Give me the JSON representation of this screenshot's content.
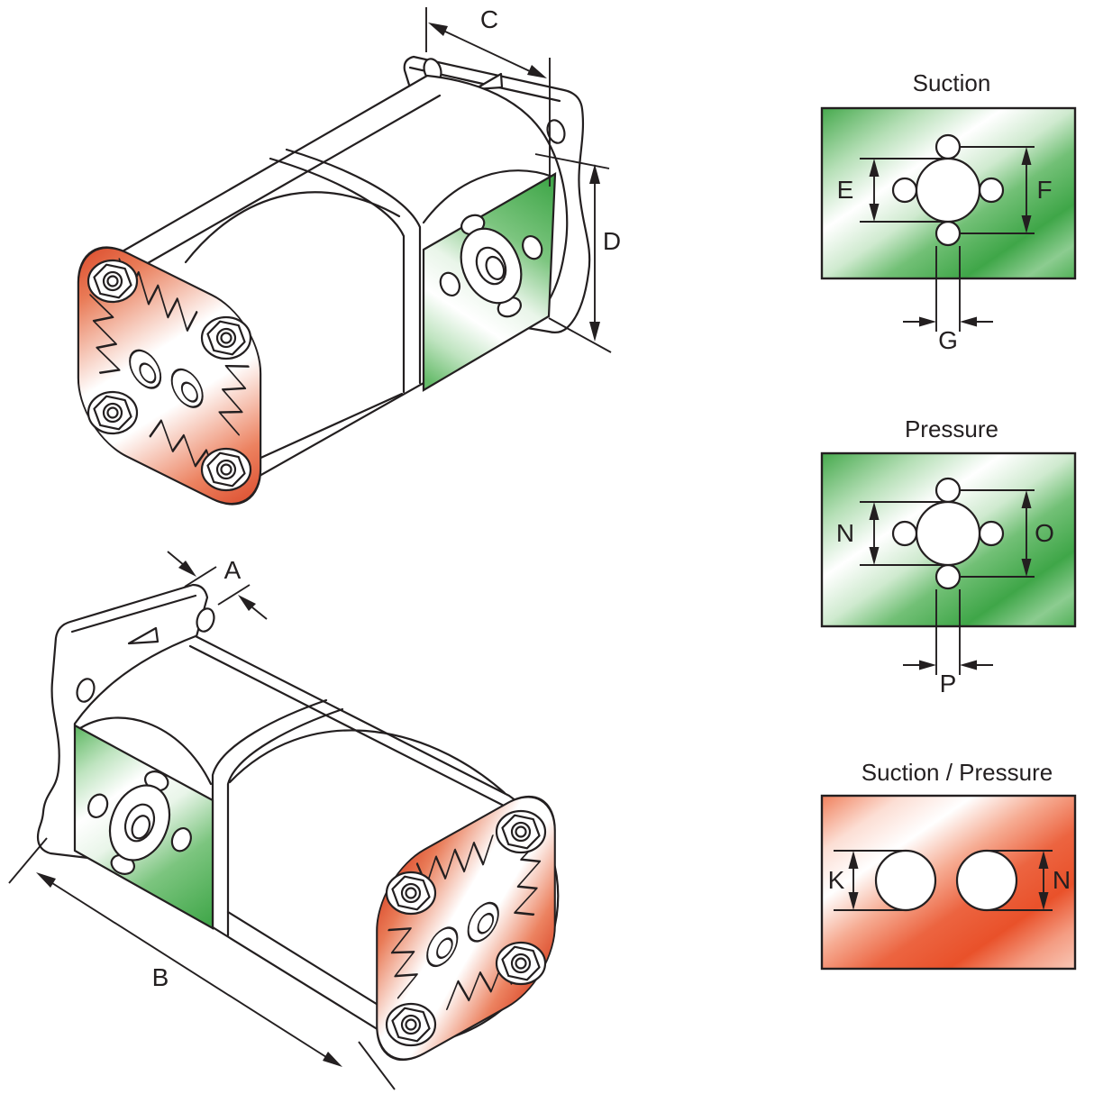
{
  "pump_views": {
    "rear_iso": {
      "description": "tandem-gear-pump-rear-isometric-view",
      "dims": {
        "width_label": "C",
        "height_label": "D"
      }
    },
    "front_iso": {
      "description": "tandem-gear-pump-front-isometric-view",
      "dims": {
        "flange_label": "A",
        "length_label": "B"
      }
    }
  },
  "port_diagrams": {
    "suction": {
      "title": "Suction",
      "labels": {
        "left": "E",
        "right": "F",
        "bottom": "G"
      }
    },
    "pressure": {
      "title": "Pressure",
      "labels": {
        "left": "N",
        "right": "O",
        "bottom": "P"
      }
    },
    "suction_pressure": {
      "title": "Suction / Pressure",
      "labels": {
        "left": "K",
        "right": "N"
      }
    }
  },
  "colors": {
    "outline": "#231f20",
    "green": "#3fae49",
    "red": "#e2472a"
  }
}
